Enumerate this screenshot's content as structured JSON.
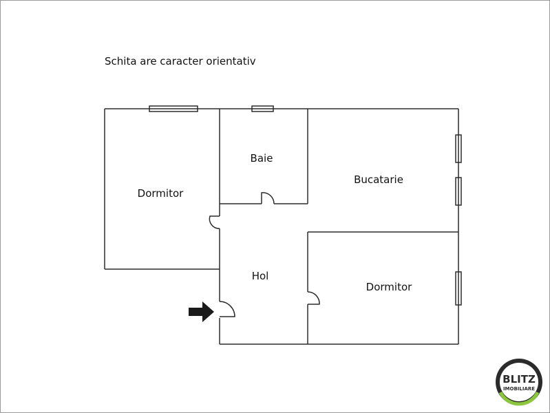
{
  "note": "Schita are caracter orientativ",
  "rooms": {
    "dormitor_left": "Dormitor",
    "baie": "Baie",
    "bucatarie": "Bucatarie",
    "hol": "Hol",
    "dormitor_right": "Dormitor"
  },
  "logo": {
    "name": "BLITZ",
    "tagline": "IMOBILIARE",
    "ring_color": "#8cc63f",
    "dark_color": "#2b2b2b"
  }
}
